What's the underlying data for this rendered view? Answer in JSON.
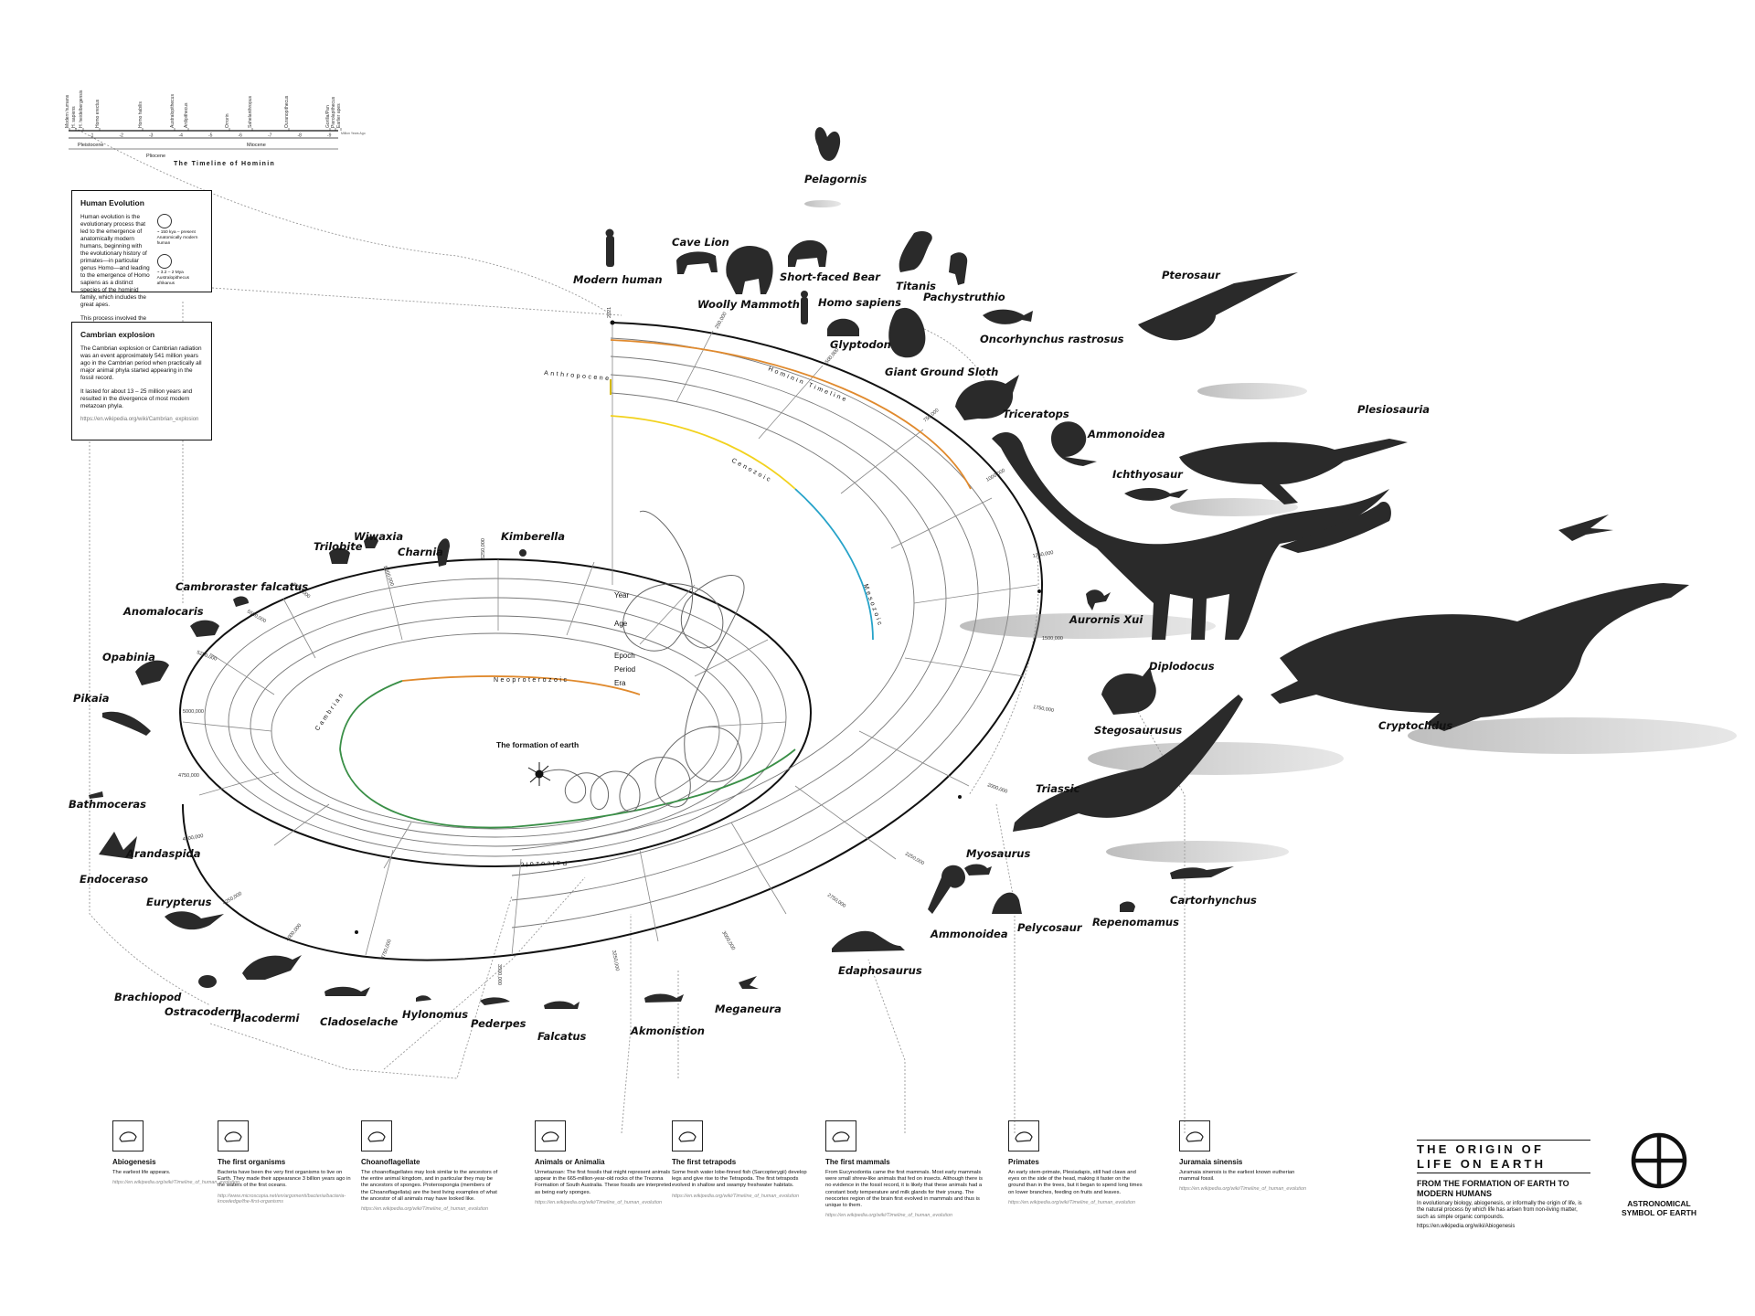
{
  "title": {
    "line1": "THE ORIGIN OF",
    "line2": "LIFE ON EARTH",
    "subtitle": "FROM THE FORMATION OF EARTH TO MODERN HUMANS",
    "description": "In evolutionary biology, abiogenesis, or informally the origin of life, is the natural process by which life has arisen from non-living matter, such as simple organic compounds.",
    "source": "https://en.wikipedia.org/wiki/Abiogenesis"
  },
  "symbol": {
    "caption_1": "ASTRONOMICAL",
    "caption_2": "SYMBOL OF EARTH",
    "icon": "earth-symbol-icon"
  },
  "hominin_timeline": {
    "title": "The Timeline of Hominin",
    "species": [
      "Modern humans",
      "H. sapiens",
      "H. heidelbergensis",
      "Homo erectus",
      "Homo habilis",
      "Australopithecus",
      "Ardipithecus",
      "Orrorin",
      "Sahelanthropus",
      "Ouranopithecus",
      "Gorilla/Pan",
      "Pierolapithecus",
      "Earlier apes"
    ],
    "ticks": [
      "-1",
      "-2",
      "-3",
      "-4",
      "-5",
      "-6",
      "-7",
      "-8",
      "-9"
    ],
    "axis_unit": "Million Years Ago",
    "epochs": [
      "Pleistocene",
      "Pliocene",
      "Miocene"
    ]
  },
  "info_boxes": {
    "human_evolution": {
      "title": "Human Evolution",
      "body": "Human evolution is the evolutionary process that led to the emergence of anatomically modern humans, beginning with the evolutionary history of primates—in particular genus Homo—and leading to the emergence of Homo sapiens as a distinct species of the hominid family, which includes the great apes.",
      "body2": "This process involved the gradual development of traits such as human bipedalism and language, as well as interbreeding with other hominins, which indicate that human evolution was not linear but a web.",
      "note1": "~ 150 kya – present\nAnatomically modern human",
      "note2": "~ 3.2 – 2 Mya\nAustralopithecus afrikanus"
    },
    "cambrian": {
      "title": "Cambrian explosion",
      "body": "The Cambrian explosion or Cambrian radiation was an event approximately 541 million years ago in the Cambrian period when practically all major animal phyla started appearing in the fossil record.",
      "body2": "It lasted for about 13 – 25 million years and resulted in the divergence of most modern metazoan phyla.",
      "source": "https://en.wikipedia.org/wiki/Cambrian_explosion"
    }
  },
  "spiral": {
    "center_label": "The formation of earth",
    "rings": [
      "Year",
      "Age",
      "Epoch",
      "Period",
      "Era"
    ],
    "eras": [
      "Anthropocene",
      "Hominin Timeline",
      "Cenozoic",
      "Mesozoic",
      "Paleozoic",
      "Cambrian",
      "Neoproterozoic"
    ],
    "year_ticks": [
      "2021",
      "250,000",
      "500,000",
      "750,000",
      "1000,000",
      "1250,000",
      "1500,000",
      "1750,000",
      "2000,000",
      "2250,000",
      "2750,000",
      "3000,000",
      "3250,000",
      "3500,000",
      "3750,000",
      "4000,000",
      "4250,000",
      "4500,000",
      "4750,000",
      "5000,000",
      "5250,000",
      "5500,000",
      "5750,000",
      "6000,000",
      "6250,000"
    ]
  },
  "creatures": {
    "pelagornis": "Pelagornis",
    "modern_human": "Modern human",
    "cave_lion": "Cave Lion",
    "woolly_mammoth": "Woolly Mammoth",
    "short_faced_bear": "Short-faced Bear",
    "homo_sapiens": "Homo sapiens",
    "titanis": "Titanis",
    "pachystruthio": "Pachystruthio",
    "glyptodon": "Glyptodon",
    "oncorhynchus": "Oncorhynchus rastrosus",
    "giant_ground_sloth": "Giant Ground Sloth",
    "pterosaur": "Pterosaur",
    "triceratops": "Triceratops",
    "ammonoidea_1": "Ammonoidea",
    "plesiosauria": "Plesiosauria",
    "ichthyosaur": "Ichthyosaur",
    "aurornis": "Aurornis Xui",
    "diplodocus": "Diplodocus",
    "stegosaurus": "Stegosaurusus",
    "cryptoclidus": "Cryptoclidus",
    "triassic": "Triassic",
    "myosaurus": "Myosaurus",
    "cartorhynchus": "Cartorhynchus",
    "ammonoidea_2": "Ammonoidea",
    "pelycosaur": "Pelycosaur",
    "repenomamus": "Repenomamus",
    "edaphosaurus": "Edaphosaurus",
    "meganeura": "Meganeura",
    "akmonistion": "Akmonistion",
    "falcatus": "Falcatus",
    "pederpes": "Pederpes",
    "hylonomus": "Hylonomus",
    "cladoselache": "Cladoselache",
    "placodermi": "Placodermi",
    "ostracoderm": "Ostracoderm",
    "brachiopod": "Brachiopod",
    "eurypterus": "Eurypterus",
    "endoceraso": "Endoceraso",
    "arandaspida": "Arandaspida",
    "bathmoceras": "Bathmoceras",
    "pikaia": "Pikaia",
    "opabinia": "Opabinia",
    "anomalocaris": "Anomalocaris",
    "cambroraster": "Cambroraster falcatus",
    "trilobite": "Trilobite",
    "wiwaxia": "Wiwaxia",
    "charnia": "Charnia",
    "kimberella": "Kimberella"
  },
  "milestones": [
    {
      "title": "Abiogenesis",
      "body": "The earliest life appears.",
      "source": "https://en.wikipedia.org/wiki/Timeline_of_human_evolution",
      "icon": "abiogenesis-icon"
    },
    {
      "title": "The first organisms",
      "body": "Bacteria have been the very first organisms to live on Earth. They made their appearance 3 billion years ago in the waters of the first oceans.",
      "source": "http://www.microscopia.net/en/argomenti/bacteria/bacteria-knowledge/the-first-organisms",
      "icon": "bacteria-icon"
    },
    {
      "title": "Choanoflagellate",
      "body": "The choanoflagellates may look similar to the ancestors of the entire animal kingdom, and in particular they may be the ancestors of sponges. Proterospongia (members of the Choanoflagellata) are the best living examples of what the ancestor of all animals may have looked like.",
      "source": "https://en.wikipedia.org/wiki/Timeline_of_human_evolution",
      "icon": "choanoflagellate-icon"
    },
    {
      "title": "Animals or Animalia",
      "body": "Urmetazoan: The first fossils that might represent animals appear in the 665-million-year-old rocks of the Trezona Formation of South Australia. These fossils are interpreted as being early sponges.",
      "source": "https://en.wikipedia.org/wiki/Timeline_of_human_evolution",
      "icon": "sponge-icon"
    },
    {
      "title": "The first tetrapods",
      "body": "Some fresh water lobe-finned fish (Sarcopterygii) develop legs and give rise to the Tetrapoda. The first tetrapods evolved in shallow and swampy freshwater habitats.",
      "source": "https://en.wikipedia.org/wiki/Timeline_of_human_evolution",
      "icon": "tetrapod-icon"
    },
    {
      "title": "The first mammals",
      "body": "From Eucynodontia came the first mammals. Most early mammals were small shrew-like animals that fed on insects. Although there is no evidence in the fossil record, it is likely that these animals had a constant body temperature and milk glands for their young. The neocortex region of the brain first evolved in mammals and thus is unique to them.",
      "source": "https://en.wikipedia.org/wiki/Timeline_of_human_evolution",
      "icon": "mammal-icon"
    },
    {
      "title": "Primates",
      "body": "An early stem-primate, Plesiadapis, still had claws and eyes on the side of the head, making it faster on the ground than in the trees, but it began to spend long times on lower branches, feeding on fruits and leaves.",
      "source": "https://en.wikipedia.org/wiki/Timeline_of_human_evolution",
      "icon": "primate-icon"
    },
    {
      "title": "Juramaia sinensis",
      "body": "Juramaia sinensis is the earliest known eutherian mammal fossil.",
      "source": "https://en.wikipedia.org/wiki/Timeline_of_human_evolution",
      "icon": "juramaia-icon"
    }
  ],
  "colors": {
    "hominin": "#e08a2e",
    "cenozoic": "#f2d21e",
    "mesozoic": "#27a3c9",
    "paleozoic": "#3a8f47",
    "neoproterozoic": "#e08a2e",
    "line": "#555555",
    "ink": "#111111"
  }
}
